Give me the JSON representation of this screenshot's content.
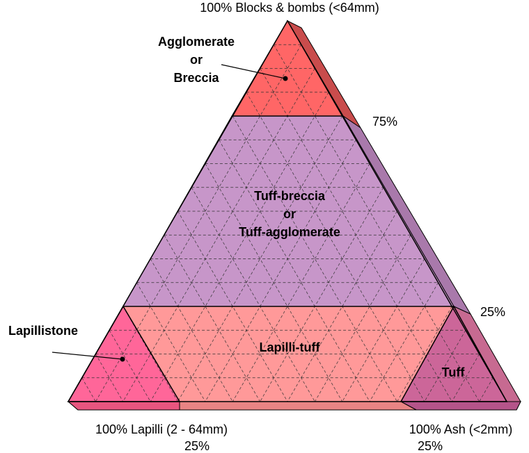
{
  "diagram": {
    "vertices": {
      "top": "100% Blocks & bombs (<64mm)",
      "bottom_left": "100% Lapilli (2 - 64mm)",
      "bottom_right": "100% Ash (<2mm)"
    },
    "side_ticks": {
      "upper": "75%",
      "lower": "25%"
    },
    "bottom_ticks": {
      "left": "25%",
      "right": "25%"
    },
    "regions": [
      {
        "id": "agglomerate",
        "lines": [
          "Agglomerate",
          "or",
          "Breccia"
        ],
        "color": "#ff6666"
      },
      {
        "id": "tuff-breccia",
        "lines": [
          "Tuff-breccia",
          "or",
          "Tuff-agglomerate"
        ],
        "color": "#c796c9"
      },
      {
        "id": "lapilli-tuff",
        "lines": [
          "Lapilli-tuff"
        ],
        "color": "#ff9999"
      },
      {
        "id": "lapillistone",
        "lines": [
          "Lapillistone"
        ],
        "color": "#ff6699"
      },
      {
        "id": "tuff",
        "lines": [
          "Tuff"
        ],
        "color": "#cc6699"
      }
    ]
  }
}
